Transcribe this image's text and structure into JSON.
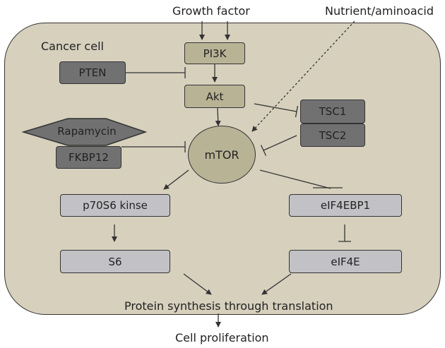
{
  "diagram": {
    "outside": {
      "growth_factor": "Growth factor",
      "nutrient": "Nutrient/aminoacid",
      "cell_proliferation": "Cell proliferation"
    },
    "cell_label": "Cancer cell",
    "nodes": {
      "pi3k": "PI3K",
      "pten": "PTEN",
      "akt": "Akt",
      "tsc1": "TSC1",
      "tsc2": "TSC2",
      "rapamycin": "Rapamycin",
      "fkbp12": "FKBP12",
      "mtor": "mTOR",
      "p70s6k": "p70S6 kinse",
      "s6": "S6",
      "eif4ebp1": "eIF4EBP1",
      "eif4e": "eIF4E"
    },
    "output": "Protein synthesis through translation",
    "colors": {
      "cell_fill": "#d6d0bd",
      "tan_node": "#b9b396",
      "dark_node": "#717171",
      "light_node": "#c2c2c6",
      "stroke": "#333333"
    }
  }
}
